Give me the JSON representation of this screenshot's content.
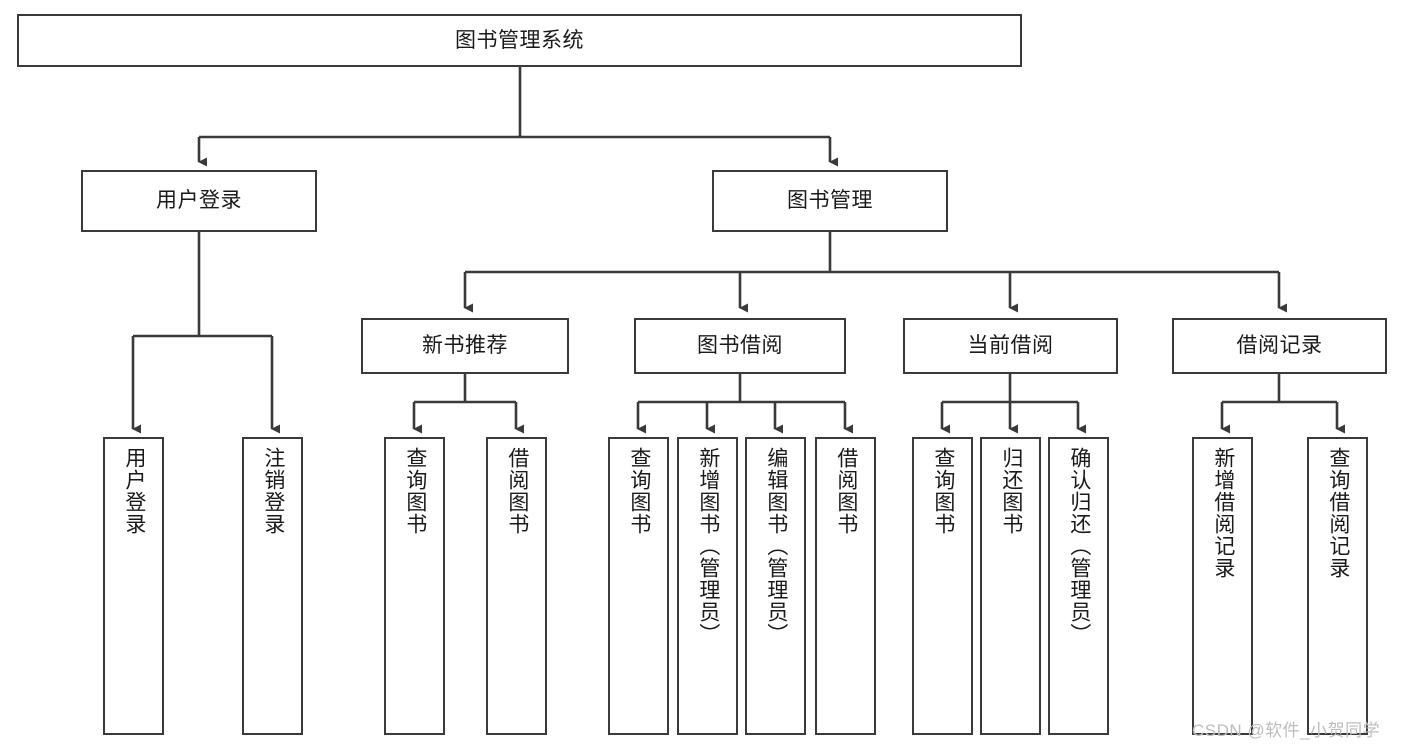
{
  "diagram": {
    "title": "图书管理系统",
    "type": "tree",
    "colors": {
      "border": "#3a3a3a",
      "background": "#ffffff",
      "text": "#1a1a1a",
      "watermark": "#bdbdbd"
    },
    "levels": {
      "root": {
        "label": "图书管理系统"
      },
      "level2": [
        {
          "label": "用户登录"
        },
        {
          "label": "图书管理"
        }
      ],
      "level3": [
        {
          "label": "新书推荐"
        },
        {
          "label": "图书借阅"
        },
        {
          "label": "当前借阅"
        },
        {
          "label": "借阅记录"
        }
      ],
      "leaves": {
        "user_login": [
          {
            "label": "用户登录"
          },
          {
            "label": "注销登录"
          }
        ],
        "new_book_recommend": [
          {
            "label": "查询图书"
          },
          {
            "label": "借阅图书"
          }
        ],
        "book_borrow": [
          {
            "label": "查询图书"
          },
          {
            "label": "新增图书（管理员）"
          },
          {
            "label": "编辑图书（管理员）"
          },
          {
            "label": "借阅图书"
          }
        ],
        "current_borrow": [
          {
            "label": "查询图书"
          },
          {
            "label": "归还图书"
          },
          {
            "label": "确认归还（管理员）"
          }
        ],
        "borrow_record": [
          {
            "label": "新增借阅记录"
          },
          {
            "label": "查询借阅记录"
          }
        ]
      }
    }
  },
  "watermark": {
    "text": "CSDN @软件_小贺同学"
  }
}
